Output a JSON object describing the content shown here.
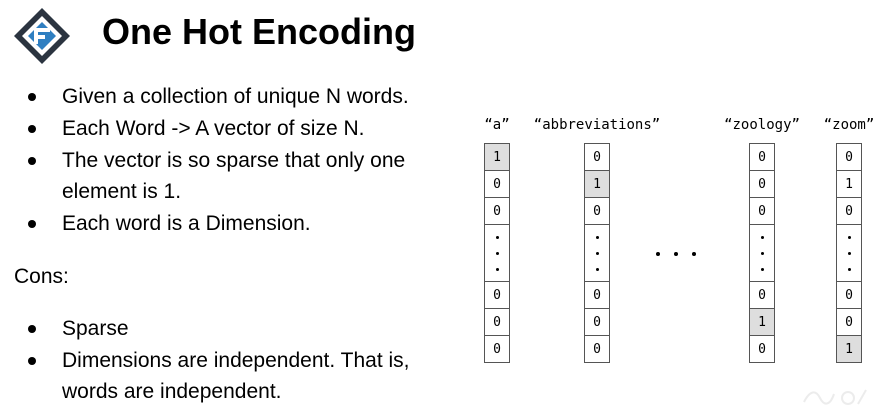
{
  "slide": {
    "title": "One Hot Encoding",
    "bullets": [
      "Given a collection of unique N words.",
      "Each Word -> A vector of size N.",
      "The vector is so sparse that only one",
      "element is 1.",
      "Each word is a Dimension."
    ],
    "cons_heading": "Cons:",
    "cons": [
      "Sparse",
      "Dimensions are independent. That is,",
      "words are independent."
    ]
  },
  "vectors": [
    {
      "label": "“a”",
      "cells": [
        "1",
        "0",
        "0",
        "gap",
        "0",
        "0",
        "0"
      ],
      "hot_index": 0
    },
    {
      "label": "“abbreviations”",
      "cells": [
        "0",
        "1",
        "0",
        "gap",
        "0",
        "0",
        "0"
      ],
      "hot_index": 1
    },
    {
      "label": "“zoology”",
      "cells": [
        "0",
        "0",
        "0",
        "gap",
        "0",
        "1",
        "0"
      ],
      "hot_index": 5
    },
    {
      "label": "“zoom”",
      "cells": [
        "0",
        "1",
        "0",
        "gap",
        "0",
        "0",
        "1"
      ],
      "hot_index": 6
    }
  ],
  "colors": {
    "logo_dark": "#2b3440",
    "logo_blue": "#2f7fc1",
    "hot_cell": "#dedede"
  }
}
